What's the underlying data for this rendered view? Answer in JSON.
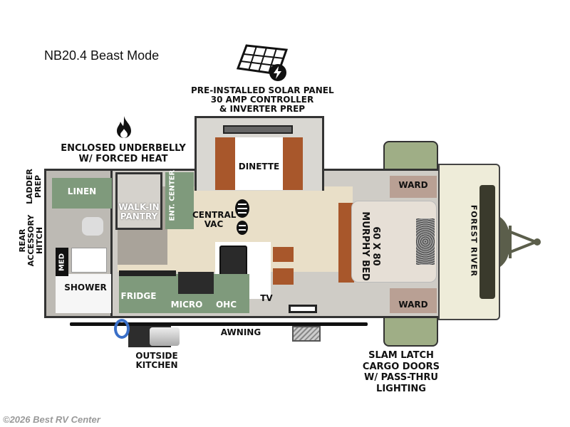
{
  "title": "NB20.4 Beast Mode",
  "callouts": {
    "solar": [
      "PRE-INSTALLED SOLAR PANEL",
      "30 AMP CONTROLLER",
      "& INVERTER PREP"
    ],
    "underbelly": [
      "ENCLOSED UNDERBELLY",
      "W/ FORCED HEAT"
    ],
    "ladder": [
      "LADDER",
      "PREP"
    ],
    "hitch": [
      "REAR",
      "ACCESSORY",
      "HITCH"
    ],
    "awning": "AWNING",
    "kitchen": [
      "OUTSIDE",
      "KITCHEN"
    ],
    "cargo": [
      "SLAM LATCH",
      "CARGO DOORS",
      "W/ PASS-THRU",
      "LIGHTING"
    ]
  },
  "rooms": {
    "linen": "LINEN",
    "pantry": [
      "WALK-IN",
      "PANTRY"
    ],
    "ent_center": "ENT. CENTER",
    "central_vac": [
      "CENTRAL",
      "VAC"
    ],
    "dinette": "DINETTE",
    "med": "MED",
    "shower": "SHOWER",
    "fridge": "FRIDGE",
    "micro": "MICRO",
    "ohc": "OHC",
    "tv": "TV",
    "ward_top": "WARD",
    "ward_bottom": "WARD",
    "bed": [
      "60 X 80",
      "MURPHY BED"
    ]
  },
  "brand": "FOREST RIVER",
  "watermark": "©2026 Best RV Center",
  "colors": {
    "cabinet_green": "#7f9a7c",
    "floor": "#e9dfc8",
    "seat_brown": "#a8572b",
    "wardrobe": "#b9a094",
    "front_cap": "#eeecd9"
  }
}
